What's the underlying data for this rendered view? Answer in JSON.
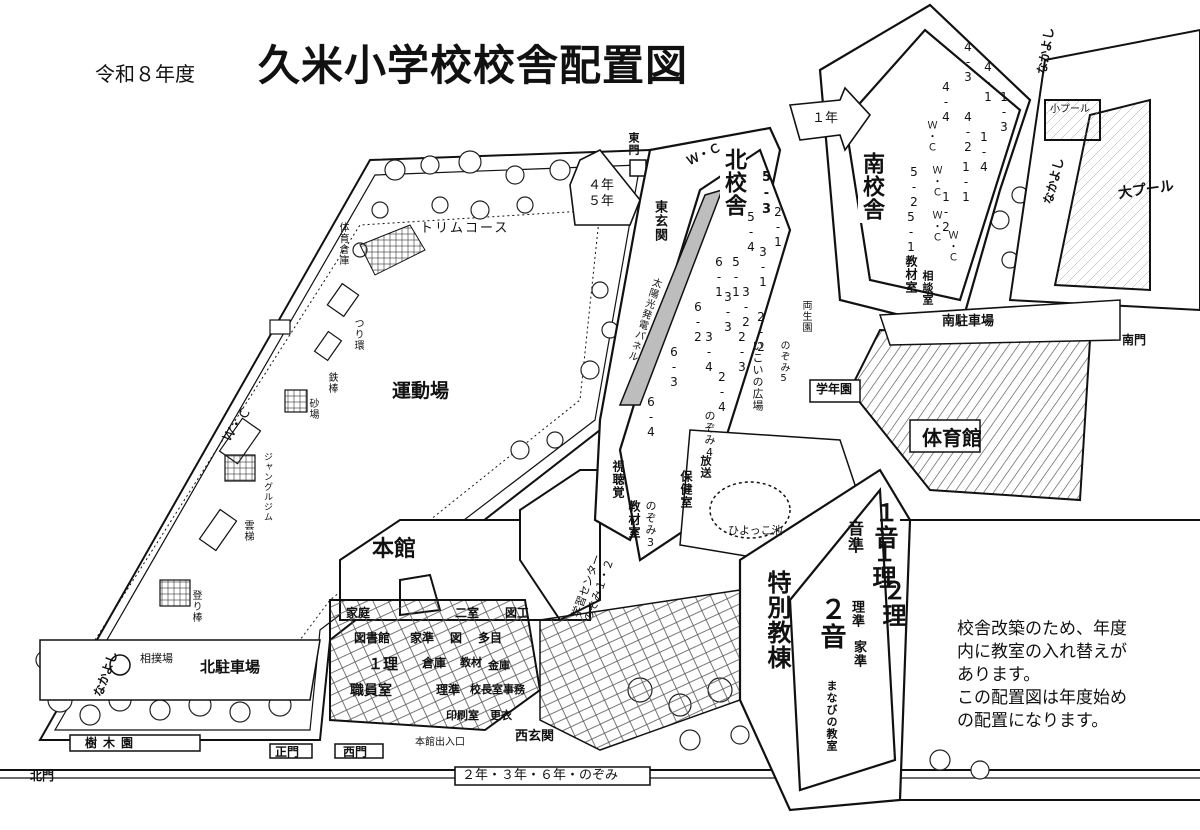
{
  "header": {
    "year": "令和８年度",
    "title": "久米小学校校舎配置図"
  },
  "areas": {
    "playground": "運動場",
    "trim_course": "トリムコース",
    "gym": "体育館",
    "big_pool": "大プール",
    "small_pool": "小プール",
    "north_parking": "北駐車場",
    "south_parking": "南駐車場",
    "sumo": "相撲場",
    "garden": "樹木園",
    "hiyokko_pond": "ひよっこ池",
    "ikoi_plaza": "いこいの広場",
    "gakunen_en": "学年園",
    "zentai_en": "両生園"
  },
  "playground_equipment": {
    "tatehashigo": "体育倉庫",
    "tsuriwa": "つり環",
    "tetsubo": "鉄棒",
    "sunaba": "砂場",
    "wc": "Ｗ・Ｃ",
    "jungle": "ジャングルジム",
    "noboribo": "登り棒",
    "hakogi": "雲梯"
  },
  "gates": {
    "north": "北門",
    "main": "正門",
    "west": "西門",
    "east": "東門",
    "south": "南門"
  },
  "entrances": {
    "east_entrance": "東玄関",
    "west_entrance": "西玄関",
    "honkan_entrance": "本館出入口"
  },
  "callouts": {
    "east": "４年\n５年",
    "south": "１年",
    "west": "２年・３年・６年・のぞみ"
  },
  "buildings": {
    "north": {
      "name": "北校舎",
      "wc": "Ｗ・Ｃ",
      "corridor": "太陽光発電パネル",
      "rooms_row1": [
        "5-3",
        "5-4",
        "5-1",
        "6-1",
        "6-2",
        "6-3",
        "6-4"
      ],
      "rooms_row2": [
        "2-1",
        "3-1",
        "3-2",
        "3-3",
        "3-4",
        "4-3",
        "4-4"
      ],
      "rooms_row3": [
        "2-2",
        "2-3",
        "2-4",
        "のぞみ4"
      ],
      "lower_rooms": [
        "視聴覚",
        "保健室",
        "教材室",
        "のぞみ3",
        "放送"
      ],
      "side": "のぞみ5"
    },
    "south": {
      "name": "南校舎",
      "rooms_top": [
        "4-3",
        "4-4",
        "4-2",
        "4-1",
        "1-3",
        "1-4",
        "1-1",
        "1-2"
      ],
      "rooms_mid": [
        "5-2",
        "5-1",
        "Ｗ・Ｃ",
        "Ｗ・Ｃ",
        "Ｗ・Ｃ",
        "Ｗ・Ｃ"
      ],
      "rooms_bottom": [
        "教材室",
        "相談室"
      ],
      "nakayoshi": "なかよし"
    },
    "honkan": {
      "name": "本館",
      "rooms": [
        "家庭",
        "二室",
        "図工",
        "図書館",
        "家準",
        "図",
        "多目",
        "１理",
        "倉庫",
        "教材",
        "金庫",
        "職員室",
        "理準",
        "校長室",
        "事務",
        "印刷室",
        "更衣"
      ],
      "center": "学習センター\nのぞみ１・２"
    },
    "special": {
      "name": "特別教棟",
      "rooms": [
        "１音",
        "音準",
        "２音",
        "１理",
        "２理",
        "理準",
        "家準",
        "まなびの教室"
      ]
    }
  },
  "note": {
    "lines": [
      "校舎改築のため、年度",
      "内に教室の入れ替えが",
      "あります。",
      "この配置図は年度始め",
      "の配置になります。"
    ]
  },
  "extra_labels": {
    "nakayoshi_sw": "なかよし",
    "nakayoshi_se": "なかよし"
  }
}
